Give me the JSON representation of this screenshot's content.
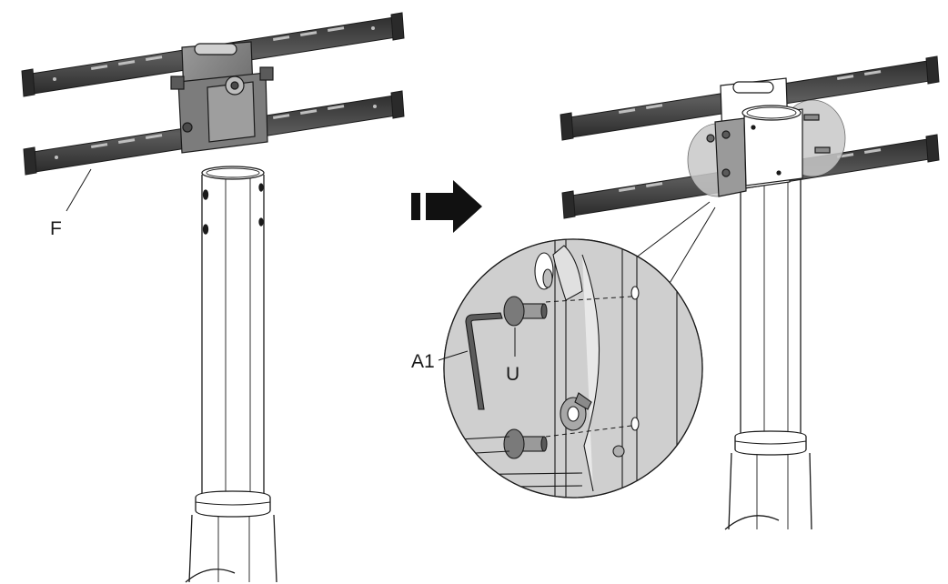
{
  "labels": {
    "F": "F",
    "A1": "A1",
    "U": "U"
  },
  "colors": {
    "line": "#1a1a1a",
    "rail": "#3c3c3c",
    "rail_light": "#6a6a6a",
    "bracket": "#8a8a8a",
    "bracket_dark": "#5a5a5a",
    "detail_fill": "#c8c8c8",
    "tube": "#ffffff"
  },
  "icons": {
    "step_arrow": "right-arrow-icon"
  }
}
